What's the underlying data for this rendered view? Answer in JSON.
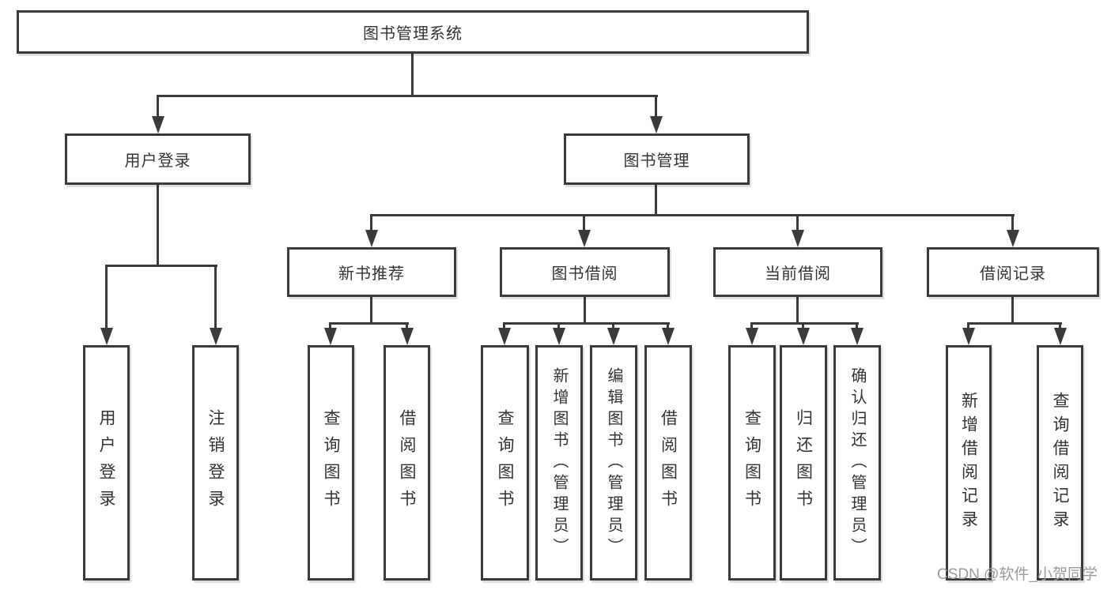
{
  "diagram": {
    "root": "图书管理系统",
    "level2": {
      "user_login": "用户登录",
      "book_management": "图书管理"
    },
    "level3": {
      "new_book_recommend": "新书推荐",
      "book_borrow": "图书借阅",
      "current_borrow": "当前借阅",
      "borrow_records": "借阅记录"
    },
    "leaves": {
      "user_login": [
        "用户登录",
        "注销登录"
      ],
      "new_book_recommend": [
        "查询图书",
        "借阅图书"
      ],
      "book_borrow": [
        "查询图书",
        "新增图书（管理员）",
        "编辑图书（管理员）",
        "借阅图书"
      ],
      "current_borrow": [
        "查询图书",
        "归还图书",
        "确认归还（管理员）"
      ],
      "borrow_records": [
        "新增借阅记录",
        "查询借阅记录"
      ]
    }
  },
  "watermark": "CSDN @软件_小贺同学",
  "colors": {
    "line": "#3a3a3a",
    "text": "#333333",
    "watermark": "#9b9b9b",
    "background": "#ffffff"
  }
}
